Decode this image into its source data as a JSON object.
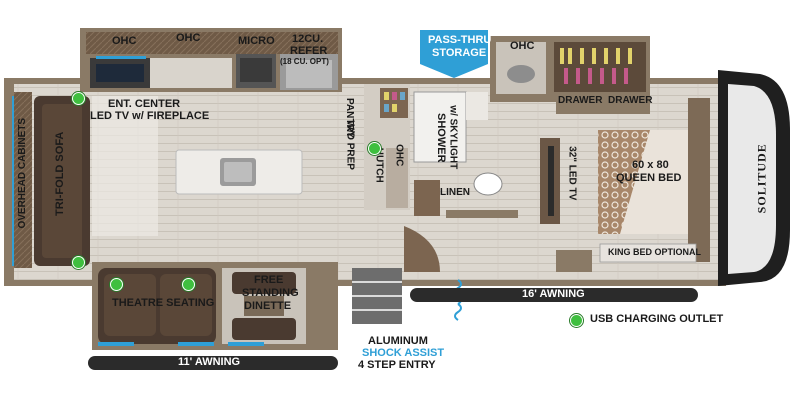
{
  "labels": {
    "ohc": "OHC",
    "micro": "MICRO",
    "refer_line1": "12CU.",
    "refer_line2": "REFER",
    "refer_line3": "(18 CU. OPT)",
    "pass_thru_line1": "PASS-THRU",
    "pass_thru_line2": "STORAGE",
    "drawer": "DRAWER",
    "ent_center_line1": "ENT. CENTER",
    "ent_center_line2": "LED TV w/ FIREPLACE",
    "pantry": "PANTRY",
    "shower_line1": "SHOWER",
    "shower_line2": "w/ SKYLIGHT",
    "overhead_cabinets": "OVERHEAD CABINETS",
    "tri_fold_sofa": "TRI-FOLD SOFA",
    "wd_prep": "W/D PREP",
    "hutch": "HUTCH",
    "linen": "LINEN",
    "led_tv": "32\" LED TV",
    "bed_line1": "60 x 80",
    "bed_line2": "QUEEN BED",
    "king_bed": "KING BED OPTIONAL",
    "theatre_seating": "THEATRE SEATING",
    "dinette_line1": "FREE",
    "dinette_line2": "STANDING",
    "dinette_line3": "DINETTE",
    "awning_16": "16' AWNING",
    "awning_11": "11' AWNING",
    "usb_legend": "USB CHARGING OUTLET",
    "entry_line1": "ALUMINUM",
    "entry_line2": "SHOCK ASSIST",
    "entry_line3": "4 STEP ENTRY",
    "brand": "SOLITUDE"
  },
  "colors": {
    "wall": "#8a7a66",
    "floor": "#ddd8d0",
    "cabinet": "#6f5a46",
    "accent_blue": "#2f9fd6",
    "usb_green": "#3fbf3f",
    "awning": "#2b2b2b"
  }
}
